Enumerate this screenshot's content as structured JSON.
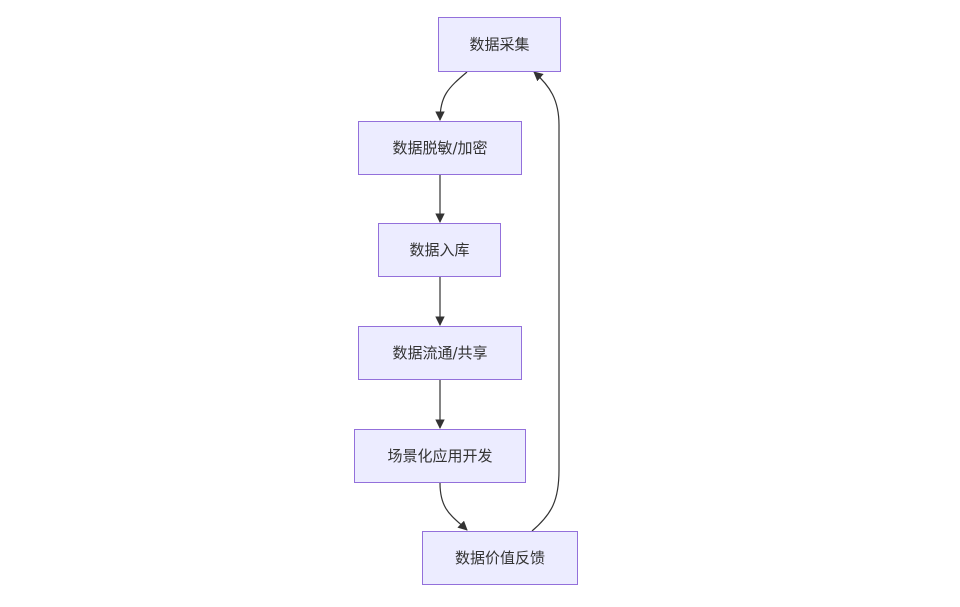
{
  "diagram": {
    "type": "flowchart",
    "direction": "top-down",
    "colors": {
      "node_fill": "#ECECFF",
      "node_border": "#9370DB",
      "edge": "#333333",
      "text": "#333333"
    },
    "nodes": [
      {
        "id": "collect",
        "label": "数据采集"
      },
      {
        "id": "mask",
        "label": "数据脱敏/加密"
      },
      {
        "id": "store",
        "label": "数据入库"
      },
      {
        "id": "share",
        "label": "数据流通/共享"
      },
      {
        "id": "app",
        "label": "场景化应用开发"
      },
      {
        "id": "feedback",
        "label": "数据价值反馈"
      }
    ],
    "edges": [
      {
        "from": "collect",
        "to": "mask"
      },
      {
        "from": "mask",
        "to": "store"
      },
      {
        "from": "store",
        "to": "share"
      },
      {
        "from": "share",
        "to": "app"
      },
      {
        "from": "app",
        "to": "feedback"
      },
      {
        "from": "feedback",
        "to": "collect"
      }
    ]
  }
}
